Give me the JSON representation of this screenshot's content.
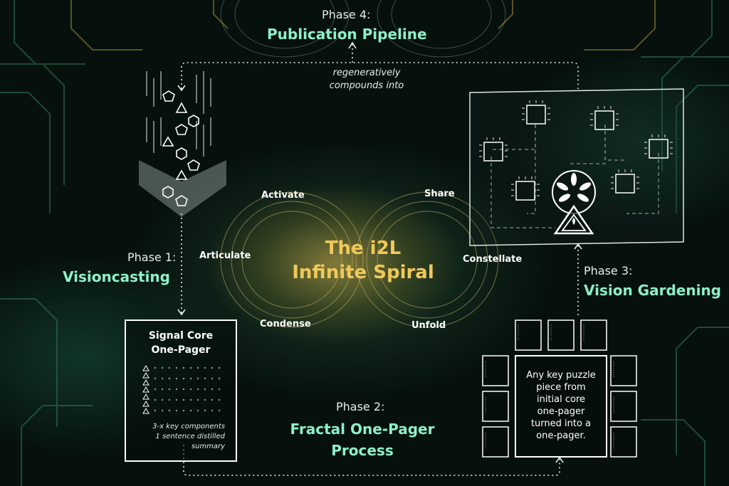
{
  "spiral": {
    "title_line1": "The i2L",
    "title_line2": "Infinite Spiral",
    "words": {
      "activate": "Activate",
      "share": "Share",
      "articulate": "Articulate",
      "constellate": "Constellate",
      "condense": "Condense",
      "unfold": "Unfold"
    }
  },
  "phase1": {
    "number": "Phase 1:",
    "title": "Visioncasting"
  },
  "phase2": {
    "number": "Phase 2:",
    "title_line1": "Fractal One-Pager",
    "title_line2": "Process"
  },
  "phase3": {
    "number": "Phase 3:",
    "title": "Vision Gardening"
  },
  "phase4": {
    "number": "Phase 4:",
    "title": "Publication Pipeline"
  },
  "loop_note": {
    "line1": "regeneratively",
    "line2": "compounds into"
  },
  "signal_core": {
    "title_line1": "Signal Core",
    "title_line2": "One-Pager",
    "caption_line1": "3-x key components",
    "caption_line2": "1 sentence distilled",
    "caption_line3": "summary"
  },
  "puzzle_box": {
    "line1": "Any key puzzle",
    "line2": "piece from",
    "line3": "initial core",
    "line4": "one-pager",
    "line5": "turned into a",
    "line6": "one-pager."
  },
  "colors": {
    "accent_teal": "#8ef0c9",
    "gold": "#f0c95a",
    "text": "#ffffff"
  }
}
